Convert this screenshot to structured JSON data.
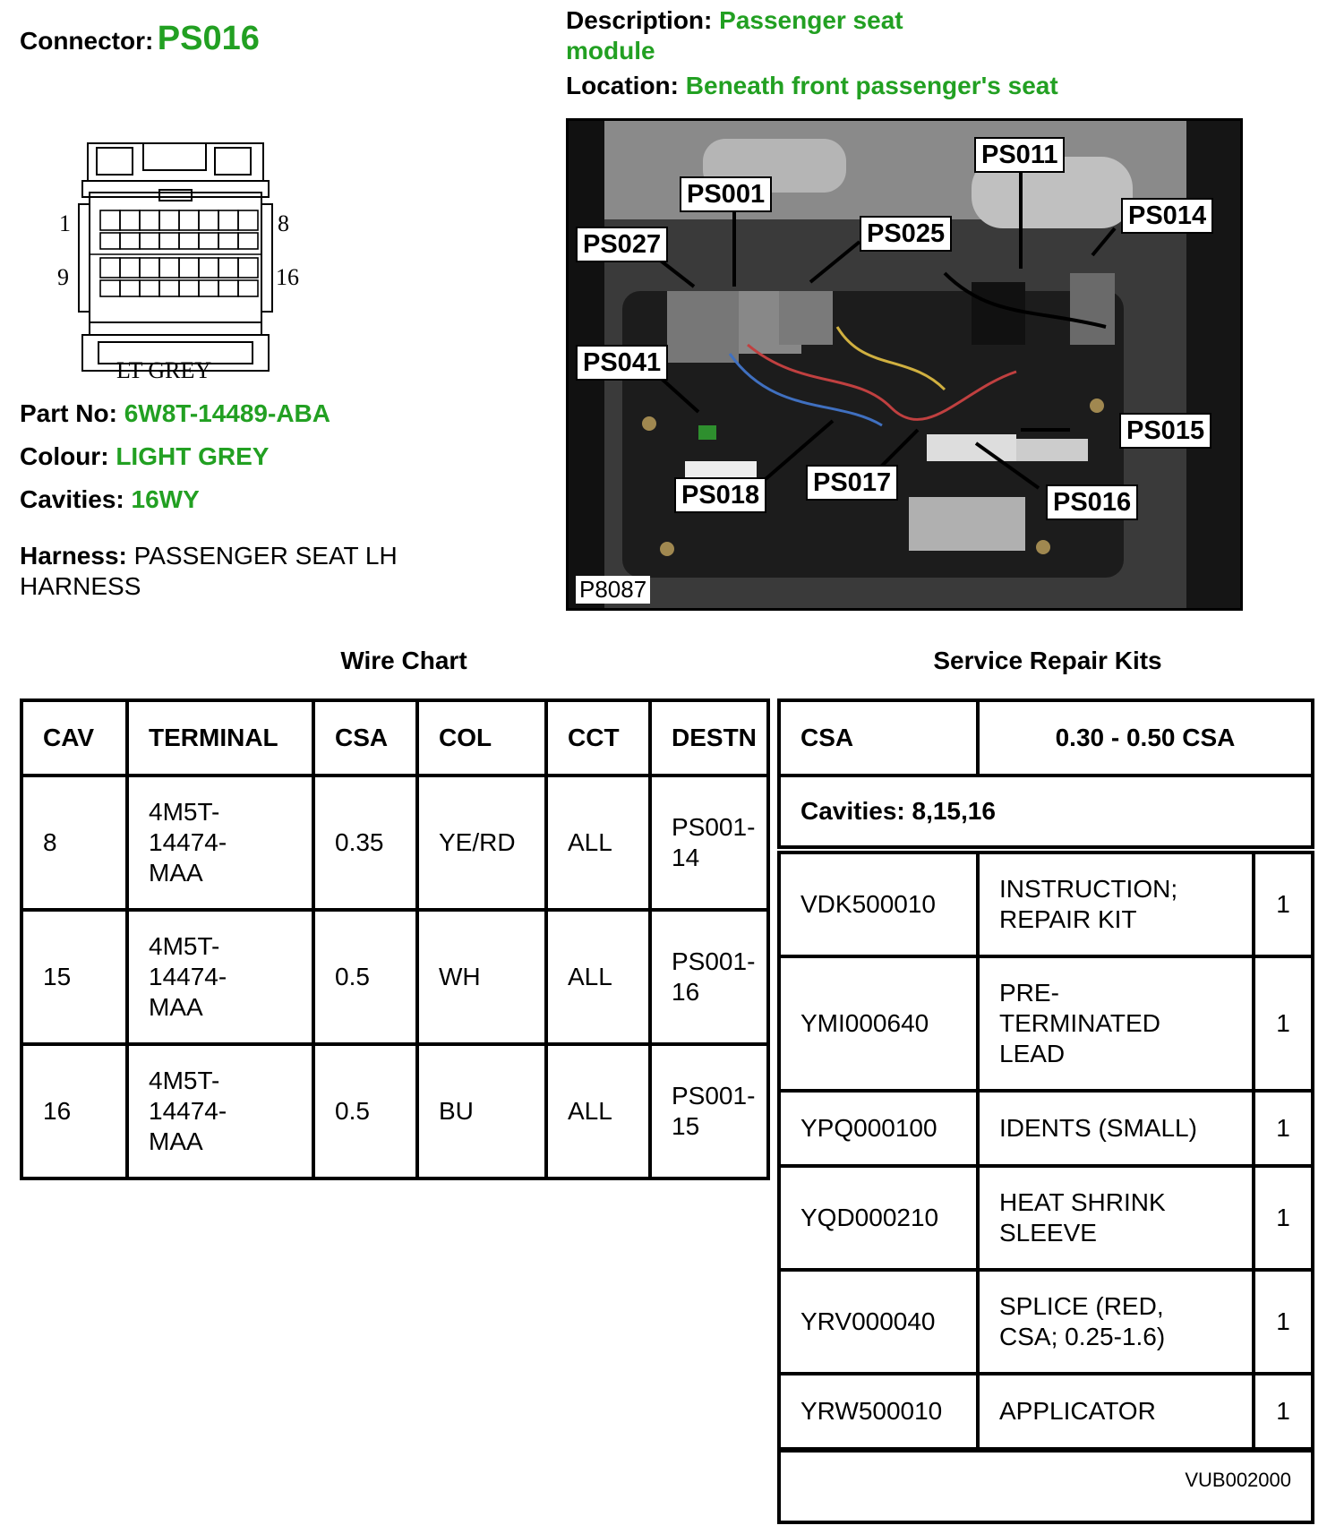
{
  "connector": {
    "label": "Connector:",
    "value": "PS016"
  },
  "description": {
    "label": "Description:",
    "value_line1": "Passenger seat",
    "value_line2": "module"
  },
  "location": {
    "label": "Location:",
    "value": "Beneath front passenger's seat"
  },
  "connector_face": {
    "pin_tl": "1",
    "pin_tr": "8",
    "pin_bl": "9",
    "pin_br": "16",
    "colour_text": "LT GREY"
  },
  "part_no": {
    "label": "Part No:",
    "value": "6W8T-14489-ABA"
  },
  "colour": {
    "label": "Colour:",
    "value": "LIGHT GREY"
  },
  "cavities": {
    "label": "Cavities:",
    "value": "16WY"
  },
  "harness": {
    "label": "Harness:",
    "value_line1": "PASSENGER SEAT LH",
    "value_line2": "HARNESS"
  },
  "photo": {
    "ref": "P8087",
    "callouts": [
      "PS001",
      "PS011",
      "PS014",
      "PS027",
      "PS025",
      "PS041",
      "PS015",
      "PS018",
      "PS017",
      "PS016"
    ]
  },
  "wire_chart": {
    "title": "Wire Chart",
    "headers": [
      "CAV",
      "TERMINAL",
      "CSA",
      "COL",
      "CCT",
      "DESTN"
    ],
    "rows": [
      {
        "cav": "8",
        "terminal": [
          "4M5T-",
          "14474-",
          "MAA"
        ],
        "csa": "0.35",
        "col": "YE/RD",
        "cct": "ALL",
        "destn": [
          "PS001-",
          "14"
        ]
      },
      {
        "cav": "15",
        "terminal": [
          "4M5T-",
          "14474-",
          "MAA"
        ],
        "csa": "0.5",
        "col": "WH",
        "cct": "ALL",
        "destn": [
          "PS001-",
          "16"
        ]
      },
      {
        "cav": "16",
        "terminal": [
          "4M5T-",
          "14474-",
          "MAA"
        ],
        "csa": "0.5",
        "col": "BU",
        "cct": "ALL",
        "destn": [
          "PS001-",
          "15"
        ]
      }
    ]
  },
  "repair_kits": {
    "title": "Service Repair Kits",
    "csa_label": "CSA",
    "csa_range": "0.30 - 0.50 CSA",
    "cavities": "Cavities: 8,15,16",
    "items": [
      {
        "code": "VDK500010",
        "desc": [
          "INSTRUCTION;",
          "REPAIR KIT"
        ],
        "qty": "1"
      },
      {
        "code": "YMI000640",
        "desc": [
          "PRE-",
          "TERMINATED",
          "LEAD"
        ],
        "qty": "1"
      },
      {
        "code": "YPQ000100",
        "desc": [
          "IDENTS (SMALL)"
        ],
        "qty": "1"
      },
      {
        "code": "YQD000210",
        "desc": [
          "HEAT SHRINK",
          "SLEEVE"
        ],
        "qty": "1"
      },
      {
        "code": "YRV000040",
        "desc": [
          "SPLICE (RED,",
          "CSA; 0.25-1.6)"
        ],
        "qty": "1"
      },
      {
        "code": "YRW500010",
        "desc": [
          "APPLICATOR"
        ],
        "qty": "1"
      }
    ],
    "footer_code": "VUB002000"
  }
}
